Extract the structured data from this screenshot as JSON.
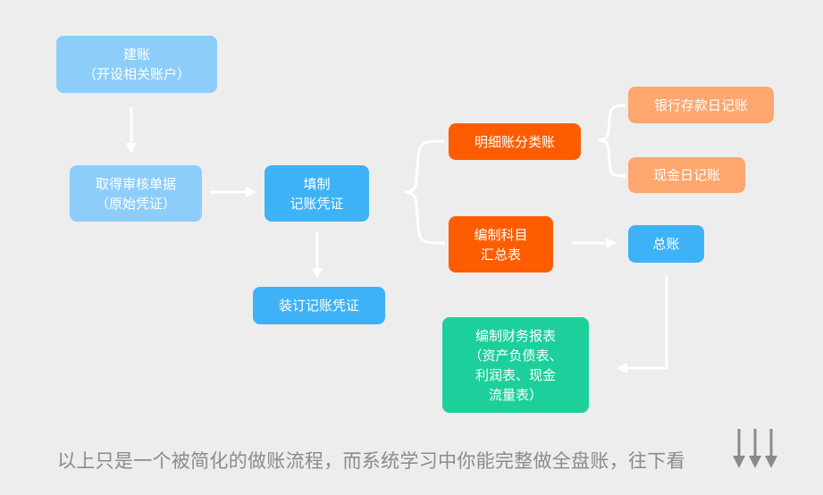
{
  "nodes": {
    "open_account": "建账\n（开设相关账户）",
    "obtain_review": "取得审核单据\n（原始凭证）",
    "fill_voucher": "填制\n记账凭证",
    "bind_voucher": "装订记账凭证",
    "detail_ledger": "明细账分类账",
    "bank_journal": "银行存款日记账",
    "cash_journal": "现金日记账",
    "compile_subjects": "编制科目\n汇总表",
    "general_ledger": "总账",
    "financial_statements": "编制财务报表\n（资产负债表、\n利润表、现金\n流量表）"
  },
  "footer": {
    "note": "以上只是一个被简化的做账流程，而系统学习中你能完整做全盘账，往下看"
  },
  "colors": {
    "background": "#ededed",
    "light_blue": "#8dcdfa",
    "blue": "#3db2f7",
    "orange": "#fd5d00",
    "peach": "#fda66e",
    "green": "#1ccf9b",
    "connector": "#ffffff",
    "footer_text": "#8a8a8a"
  },
  "icons": {
    "footer_arrows": "triple-down-arrow-icon"
  }
}
